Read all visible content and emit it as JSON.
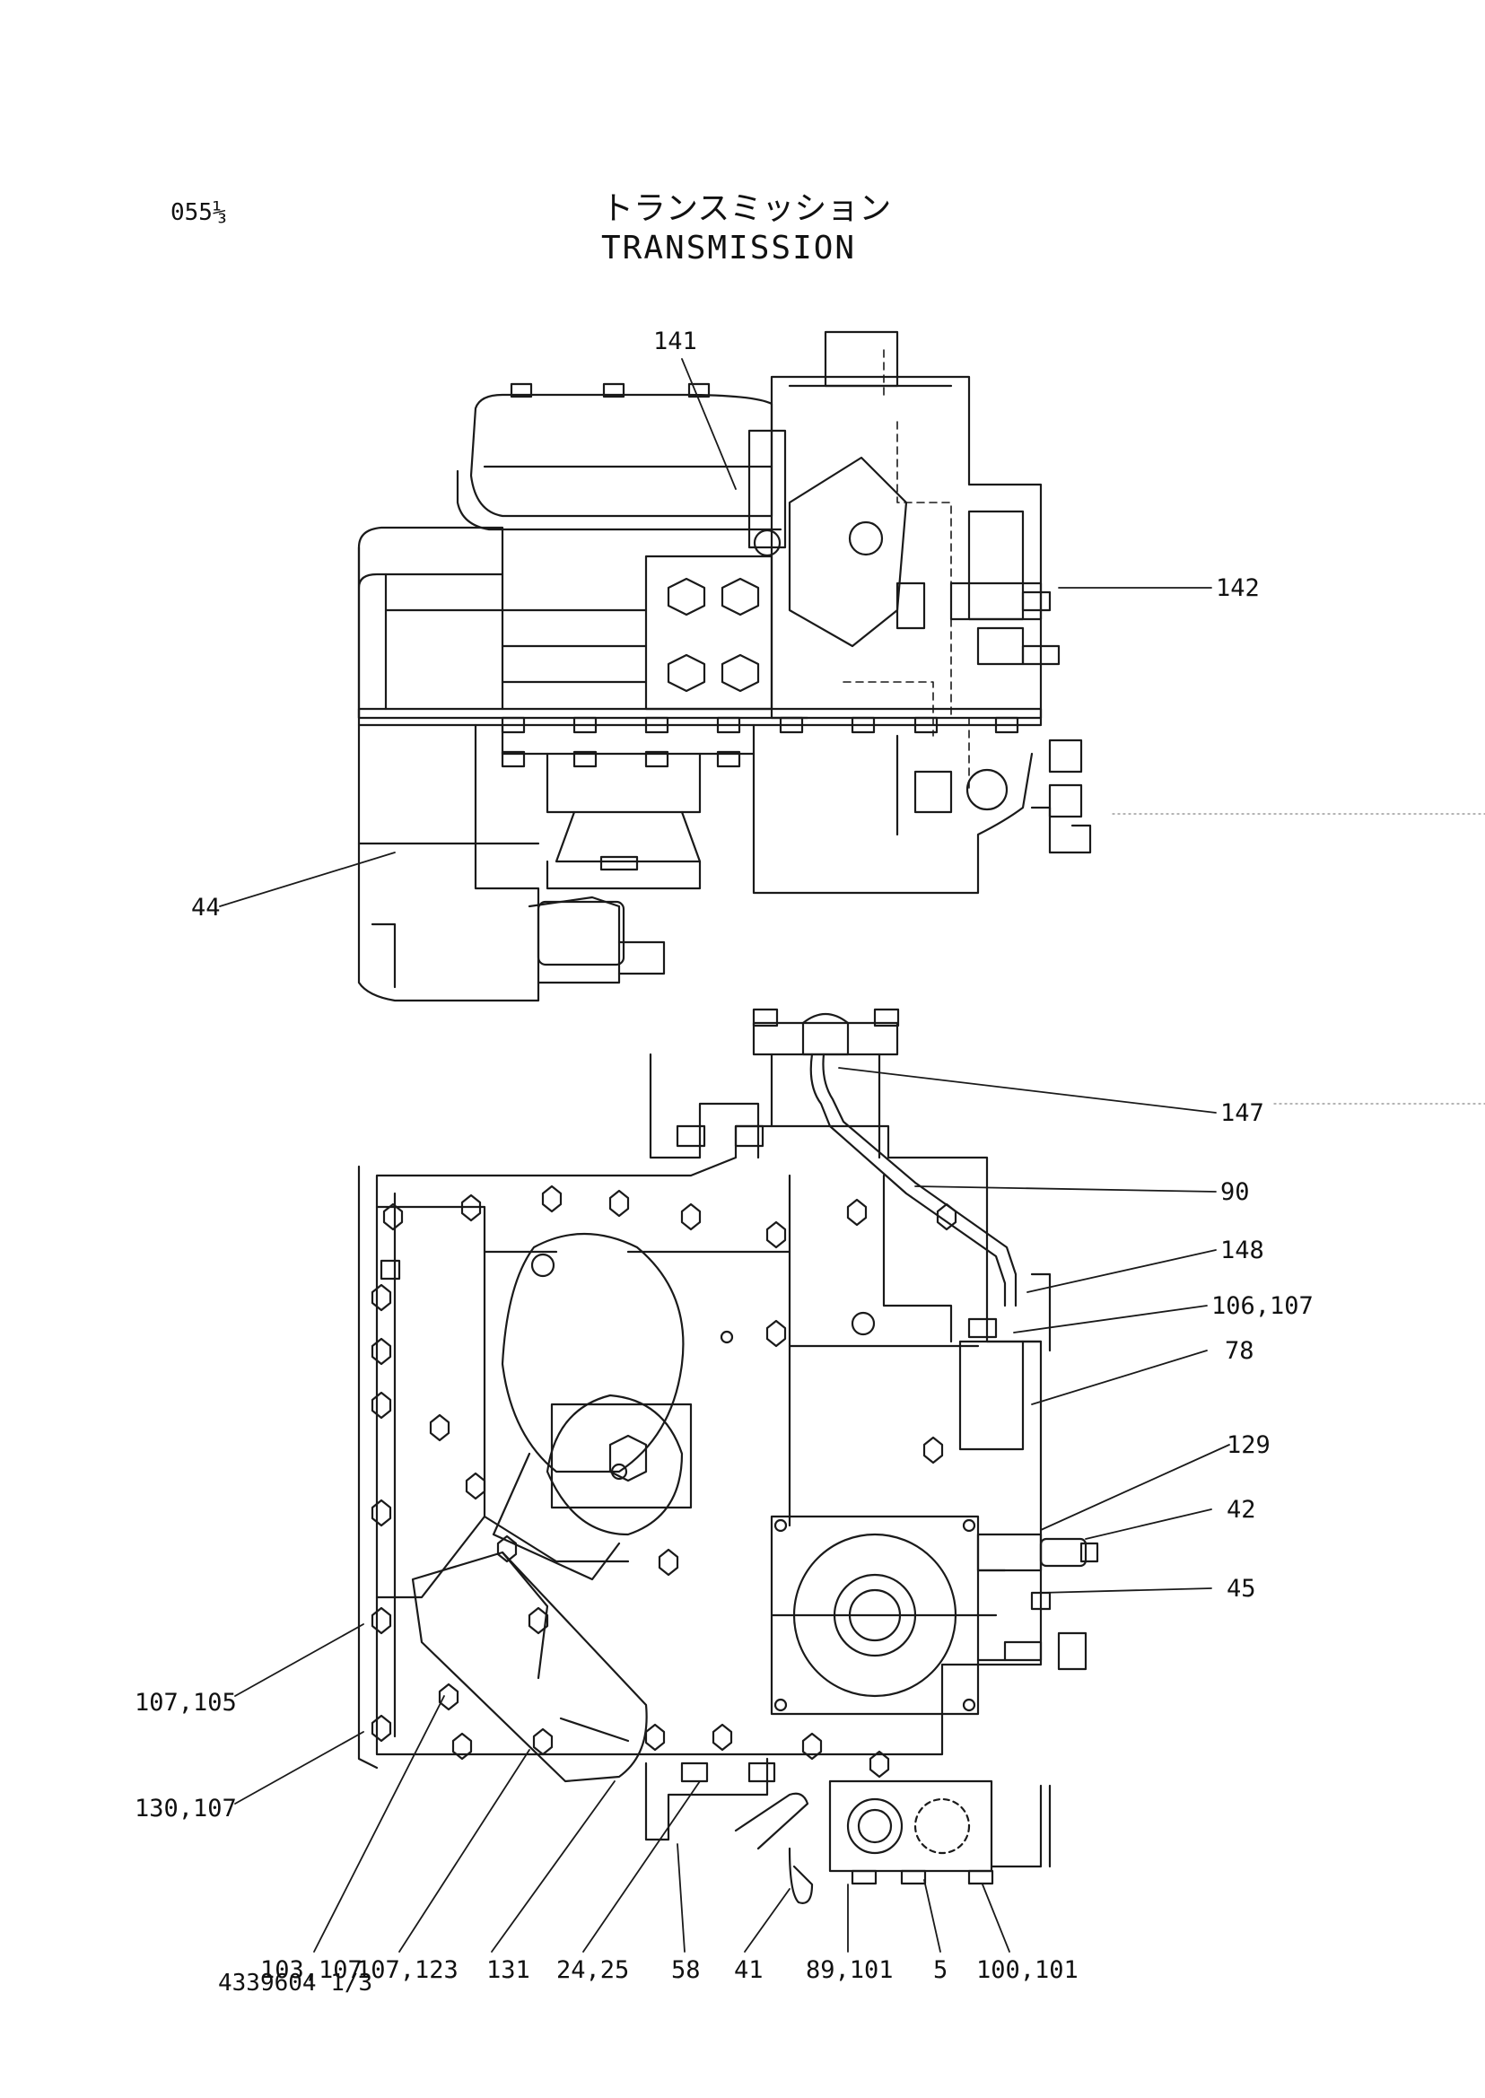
{
  "header": {
    "page_number": "055⅓",
    "title_jp": "トランスミッション",
    "title_en": "TRANSMISSION"
  },
  "footer": {
    "drawing_number": "4339604 1/3"
  },
  "callouts_top": [
    {
      "id": "141",
      "text": "141"
    },
    {
      "id": "142",
      "text": "142"
    },
    {
      "id": "44",
      "text": "44"
    }
  ],
  "callouts_bottom": [
    {
      "id": "147",
      "text": "147"
    },
    {
      "id": "90",
      "text": "90"
    },
    {
      "id": "148",
      "text": "148"
    },
    {
      "id": "106-107",
      "text": "106,107"
    },
    {
      "id": "78",
      "text": "78"
    },
    {
      "id": "129",
      "text": "129"
    },
    {
      "id": "42",
      "text": "42"
    },
    {
      "id": "45",
      "text": "45"
    },
    {
      "id": "107-105",
      "text": "107,105"
    },
    {
      "id": "130-107",
      "text": "130,107"
    },
    {
      "id": "103-107",
      "text": "103,107"
    },
    {
      "id": "107-123",
      "text": "107,123"
    },
    {
      "id": "131",
      "text": "131"
    },
    {
      "id": "24-25",
      "text": "24,25"
    },
    {
      "id": "58",
      "text": "58"
    },
    {
      "id": "41",
      "text": "41"
    },
    {
      "id": "89-101",
      "text": "89,101"
    },
    {
      "id": "5",
      "text": "5"
    },
    {
      "id": "100-101",
      "text": "100,101"
    }
  ]
}
